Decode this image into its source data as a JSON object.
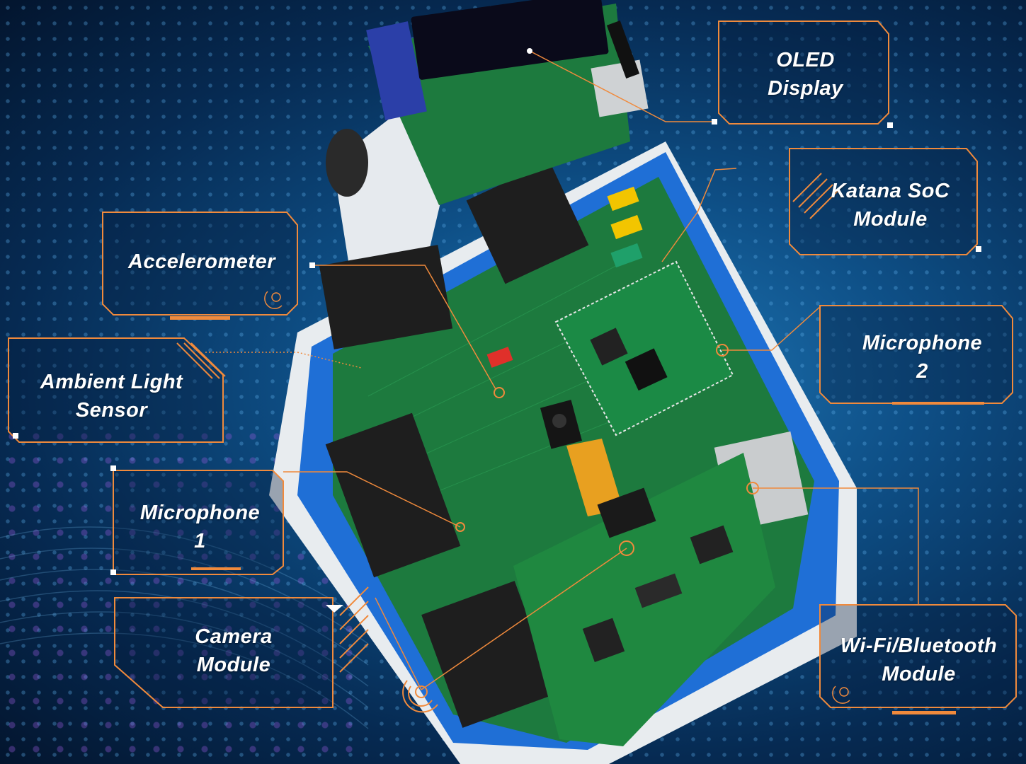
{
  "callouts": {
    "oled": {
      "line1": "OLED",
      "line2": "Display"
    },
    "katana": {
      "line1": "Katana SoC",
      "line2": "Module"
    },
    "accelerometer": {
      "line1": "Accelerometer"
    },
    "mic2": {
      "line1": "Microphone",
      "line2": "2"
    },
    "ambient": {
      "line1": "Ambient Light",
      "line2": "Sensor"
    },
    "mic1": {
      "line1": "Microphone",
      "line2": "1"
    },
    "camera": {
      "line1": "Camera",
      "line2": "Module"
    },
    "wifi": {
      "line1": "Wi-Fi/Bluetooth",
      "line2": "Module"
    }
  },
  "colors": {
    "accent": "#f08a3c",
    "board": "#1d7a3e",
    "enclosure_blue": "#1f6fd6",
    "enclosure_white": "#e8ecef"
  }
}
